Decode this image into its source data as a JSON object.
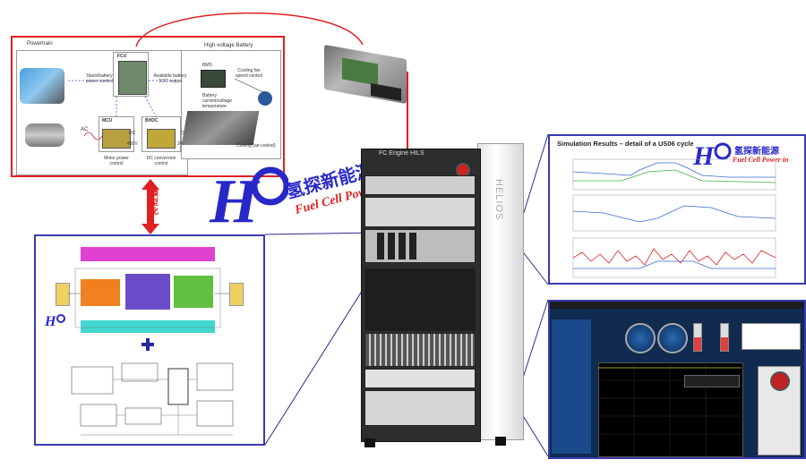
{
  "powertrain": {
    "title": "Powertrain",
    "fcu": "FCU",
    "mcu": "MCU",
    "bhdc": "BHDC",
    "hv_battery": "High-voltage Battery",
    "bms": "BMS",
    "stack_power_control": "Stack/battery power control",
    "soc_output": "Available battery SOC output",
    "cooling_fan": "Cooling fan speed control",
    "battery_temp": "Battery current/voltage temperature",
    "cooling": "Cooling (air-cooled)",
    "ac": "AC",
    "dc_left": "DC",
    "dc_mid": "DC",
    "v480": "480V",
    "v240": "240 V",
    "motor_power": "Motor power control",
    "dc_conversion": "DC conversion control"
  },
  "modeling_label": "模型化",
  "logo": {
    "brand_cn": "氢探新能源",
    "brand_en": "Fuel Cell Power in"
  },
  "rack": {
    "title": "FC Engine HILS",
    "side_brand": "HELIOS"
  },
  "sim": {
    "title": "Simulation Results – detail of a US06 cycle"
  },
  "colors": {
    "red_frame": "#e02020",
    "blue_frame": "#3a3ab0",
    "magenta_block": "#e040d0",
    "orange_block": "#f08020",
    "purple_block": "#6a4cc8",
    "green_block": "#60c040",
    "cyan_block": "#40d8d0",
    "logo_blue": "#2828c8",
    "logo_red": "#e02020"
  }
}
